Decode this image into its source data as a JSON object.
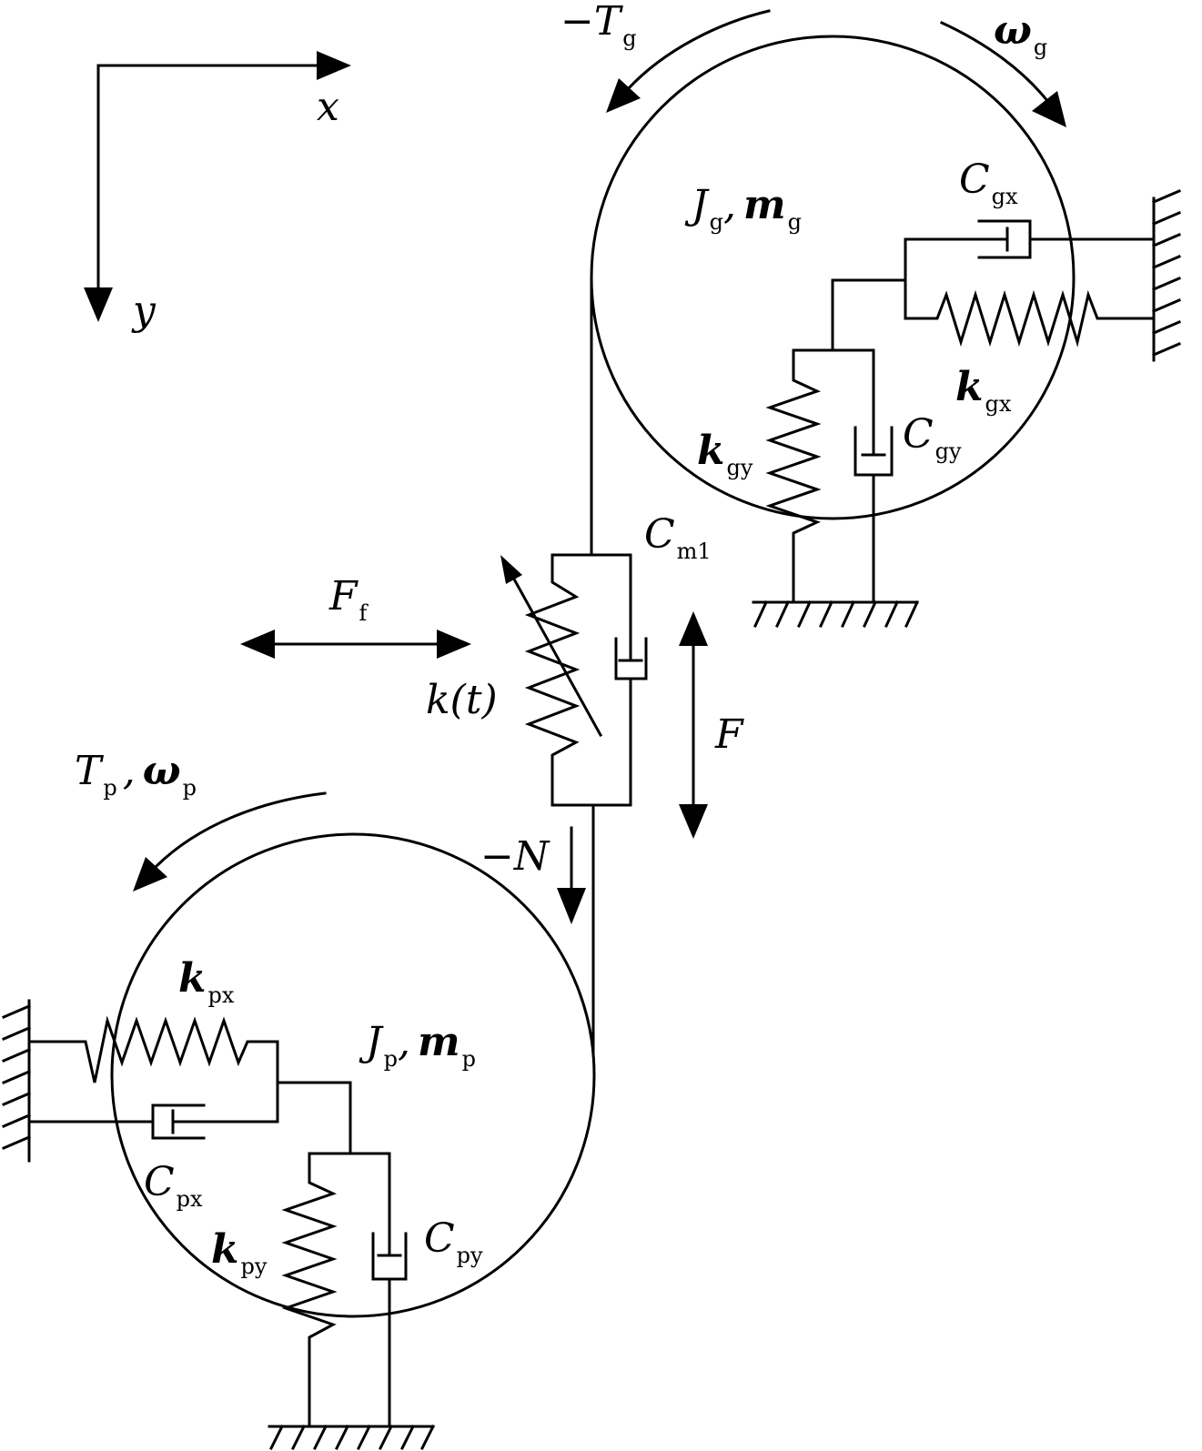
{
  "axes": {
    "x": "x",
    "y": "y"
  },
  "gear": {
    "neg_torque": {
      "main": "−T",
      "sub": "g"
    },
    "omega": {
      "main": "ω",
      "sub": "g"
    },
    "inertia_J": {
      "main": "J",
      "sub": "g"
    },
    "comma": ",",
    "inertia_m": {
      "main": "m",
      "sub": "g"
    },
    "damper_x": {
      "main": "C",
      "sub": "gx"
    },
    "spring_x": {
      "main": "k",
      "sub": "gx"
    },
    "damper_y": {
      "main": "C",
      "sub": "gy"
    },
    "spring_y": {
      "main": "k",
      "sub": "gy"
    }
  },
  "mesh": {
    "damper": {
      "main": "C",
      "sub": "m1"
    },
    "friction_force": {
      "main": "F",
      "sub": "f"
    },
    "stiffness": "k(t)",
    "force": "F",
    "normal": "−N"
  },
  "pinion": {
    "torque": {
      "main": "T",
      "sub": "p"
    },
    "omega": {
      "main": "ω",
      "sub": "p"
    },
    "comma": ",",
    "inertia_J": {
      "main": "J",
      "sub": "p"
    },
    "inertia_m": {
      "main": "m",
      "sub": "p"
    },
    "spring_x": {
      "main": "k",
      "sub": "px"
    },
    "damper_x": {
      "main": "C",
      "sub": "px"
    },
    "spring_y": {
      "main": "k",
      "sub": "py"
    },
    "damper_y": {
      "main": "C",
      "sub": "py"
    }
  }
}
